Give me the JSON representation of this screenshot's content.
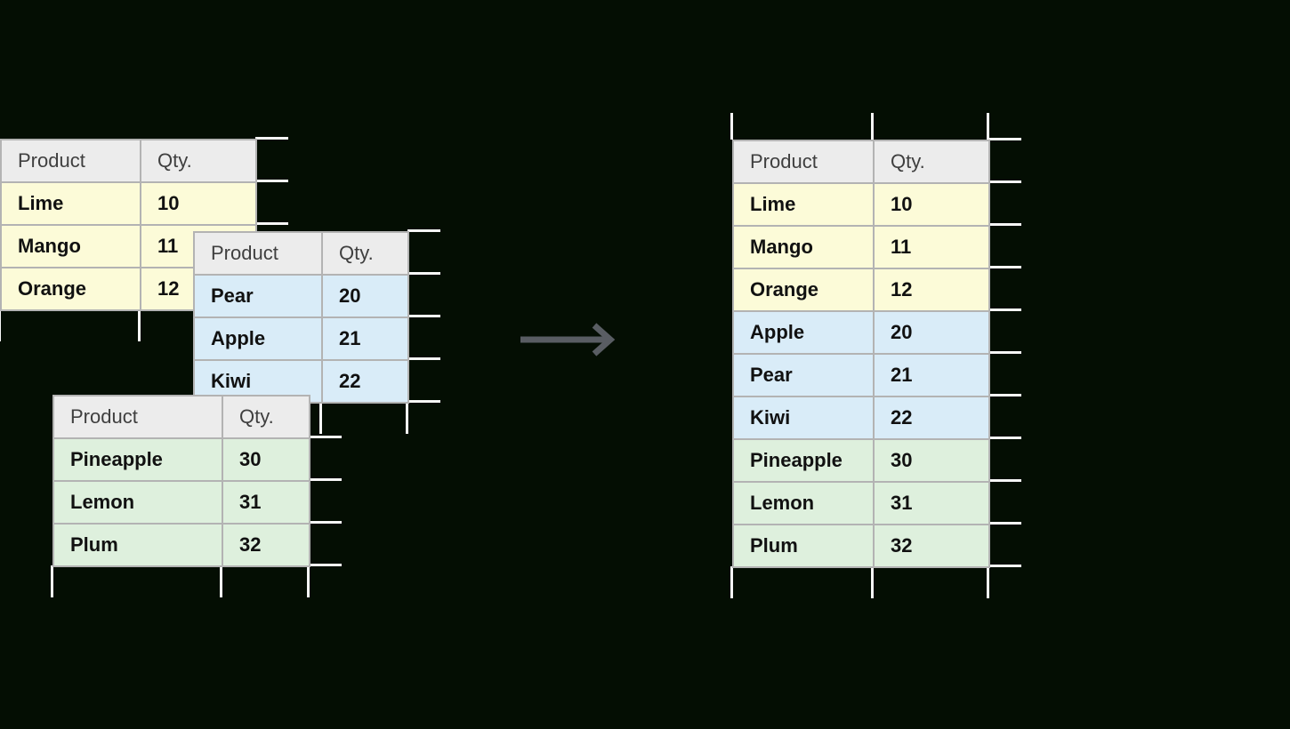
{
  "diagram": {
    "description": "three source tables merged into one table",
    "colors": {
      "background": "#040e03",
      "header_bg": "#ececec",
      "header_text": "#3f3f3f",
      "cell_border": "#b3b3b3",
      "data_text": "#111111",
      "tick": "#f6f6f6",
      "arrow": "#595d63",
      "row_yellow": "#fcfbd8",
      "row_blue": "#d9ecf8",
      "row_green": "#def0dd"
    },
    "arrow": {
      "direction": "right"
    },
    "tables": {
      "source_yellow": {
        "headers": [
          "Product",
          "Qty."
        ],
        "rows": [
          {
            "product": "Lime",
            "qty": "10",
            "color_key": "row_yellow"
          },
          {
            "product": "Mango",
            "qty": "11",
            "color_key": "row_yellow"
          },
          {
            "product": "Orange",
            "qty": "12",
            "color_key": "row_yellow"
          }
        ]
      },
      "source_blue": {
        "headers": [
          "Product",
          "Qty."
        ],
        "rows": [
          {
            "product": "Pear",
            "qty": "20",
            "color_key": "row_blue"
          },
          {
            "product": "Apple",
            "qty": "21",
            "color_key": "row_blue"
          },
          {
            "product": "Kiwi",
            "qty": "22",
            "color_key": "row_blue"
          }
        ]
      },
      "source_green": {
        "headers": [
          "Product",
          "Qty."
        ],
        "rows": [
          {
            "product": "Pineapple",
            "qty": "30",
            "color_key": "row_green"
          },
          {
            "product": "Lemon",
            "qty": "31",
            "color_key": "row_green"
          },
          {
            "product": "Plum",
            "qty": "32",
            "color_key": "row_green"
          }
        ]
      },
      "merged": {
        "headers": [
          "Product",
          "Qty."
        ],
        "rows": [
          {
            "product": "Lime",
            "qty": "10",
            "color_key": "row_yellow"
          },
          {
            "product": "Mango",
            "qty": "11",
            "color_key": "row_yellow"
          },
          {
            "product": "Orange",
            "qty": "12",
            "color_key": "row_yellow"
          },
          {
            "product": "Apple",
            "qty": "20",
            "color_key": "row_blue"
          },
          {
            "product": "Pear",
            "qty": "21",
            "color_key": "row_blue"
          },
          {
            "product": "Kiwi",
            "qty": "22",
            "color_key": "row_blue"
          },
          {
            "product": "Pineapple",
            "qty": "30",
            "color_key": "row_green"
          },
          {
            "product": "Lemon",
            "qty": "31",
            "color_key": "row_green"
          },
          {
            "product": "Plum",
            "qty": "32",
            "color_key": "row_green"
          }
        ]
      }
    }
  }
}
